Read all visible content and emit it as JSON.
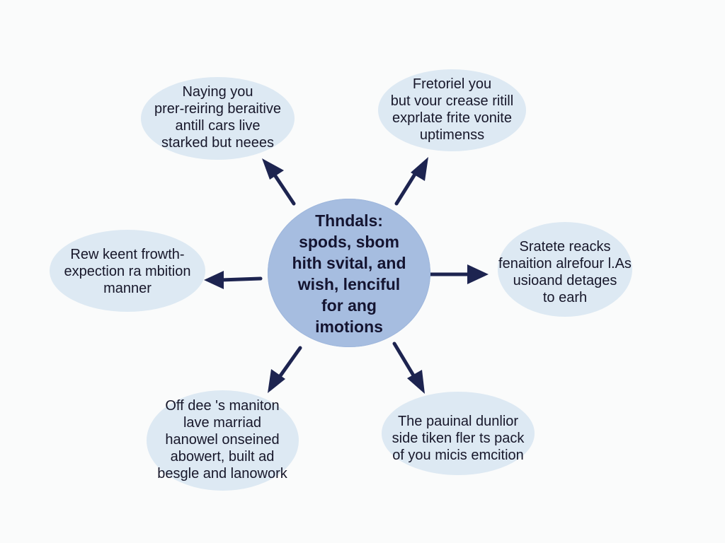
{
  "diagram": {
    "center": {
      "lines": [
        "Thndals:",
        "spods, sbom",
        "hith svital, and",
        "wish, lenciful",
        "for ang",
        "imotions"
      ]
    },
    "nodes": {
      "top_left": [
        "Naying you",
        "prer-reiring beraitive",
        "antill cars live",
        "starked but neees"
      ],
      "top_right": [
        "Fretoriel you",
        "but vour crease ritill",
        "exprlate frite vonite",
        "uptimenss"
      ],
      "left": [
        "Rew keent frowth-",
        "expection ra mbition",
        "manner"
      ],
      "right": [
        "Sratete reacks",
        "fenaition alrefour l.As",
        "usioand detages",
        "to earh"
      ],
      "bottom_left": [
        "Off  dee 's maniton",
        "lave marriad",
        "hanowel onseined",
        "abowert,  built ad",
        "besgle and lanowork"
      ],
      "bottom_right": [
        "The pauinal dunlior",
        "side tiken fler ts pack",
        "of you micis emcition"
      ]
    },
    "colors": {
      "bubble_fill": "#dde9f3",
      "center_fill": "#a6bde0",
      "arrow": "#1d2450",
      "text": "#17172a"
    }
  }
}
